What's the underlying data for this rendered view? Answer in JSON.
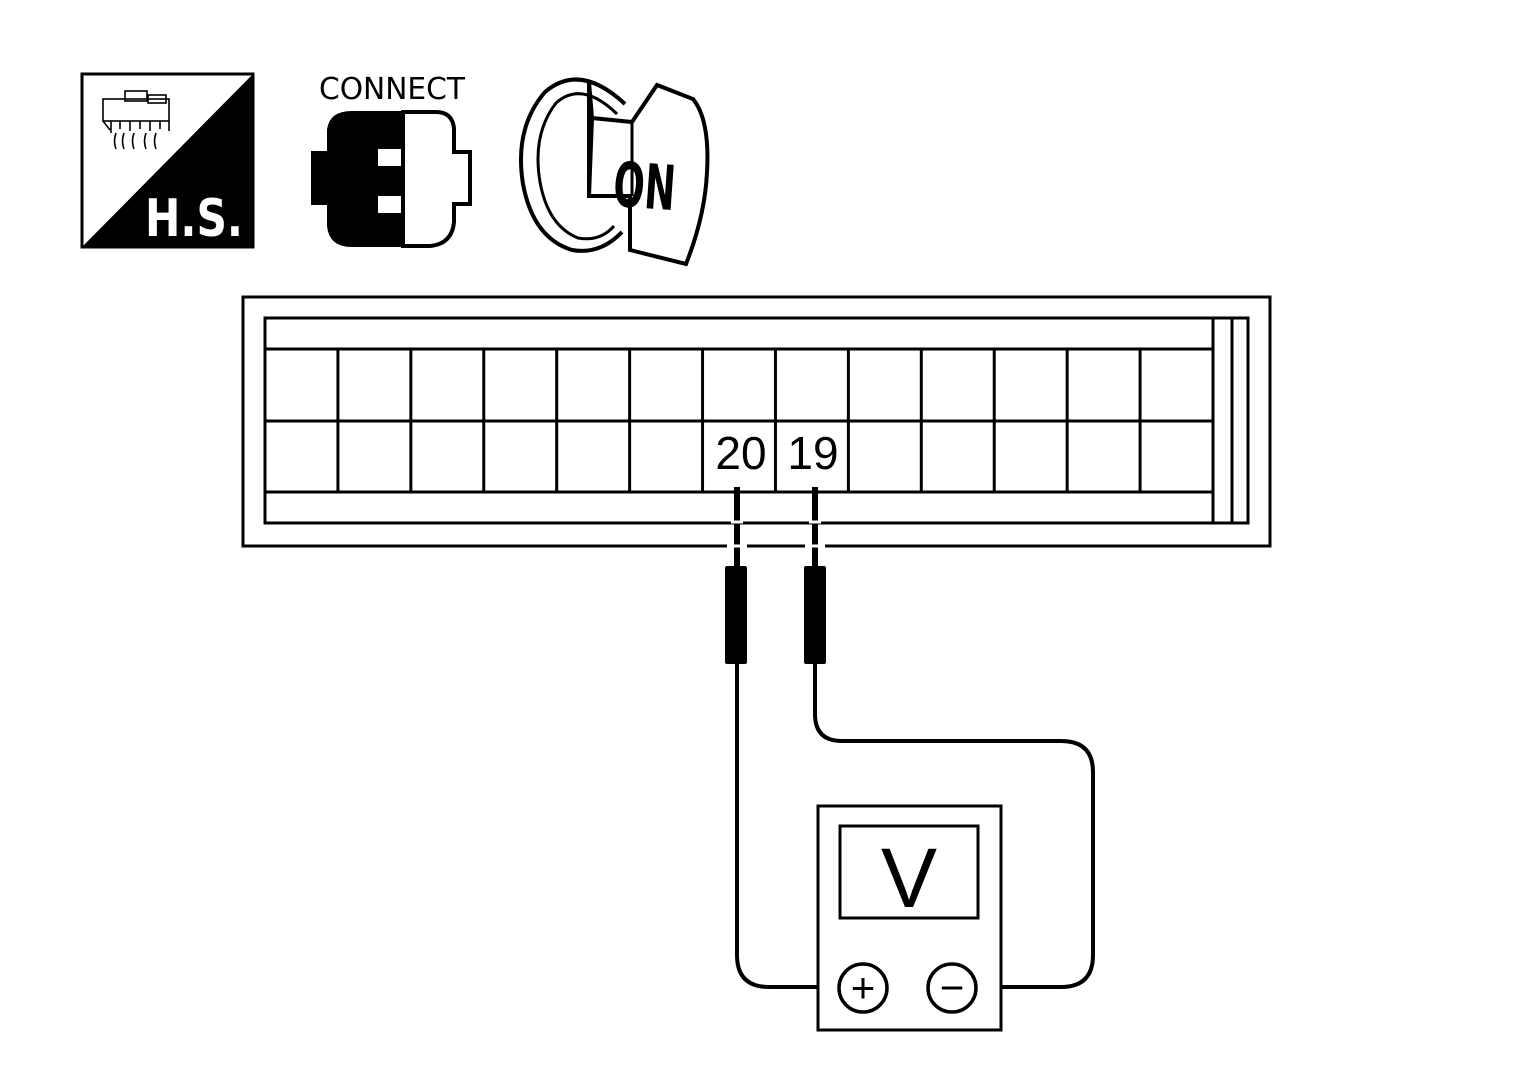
{
  "icons": {
    "harness_side": {
      "label": "H.S.",
      "icon": "harness-side-icon"
    },
    "connect": {
      "label": "CONNECT",
      "icon": "connector-icon"
    },
    "ignition": {
      "label": "ON",
      "icon": "ignition-key-icon"
    }
  },
  "connector": {
    "rows": 2,
    "columns": 13,
    "terminals": {
      "positive": "20",
      "negative": "19"
    }
  },
  "meter": {
    "display": "V",
    "plus_symbol": "+",
    "minus_symbol": "−"
  },
  "colors": {
    "line": "#000000",
    "background": "#ffffff"
  }
}
